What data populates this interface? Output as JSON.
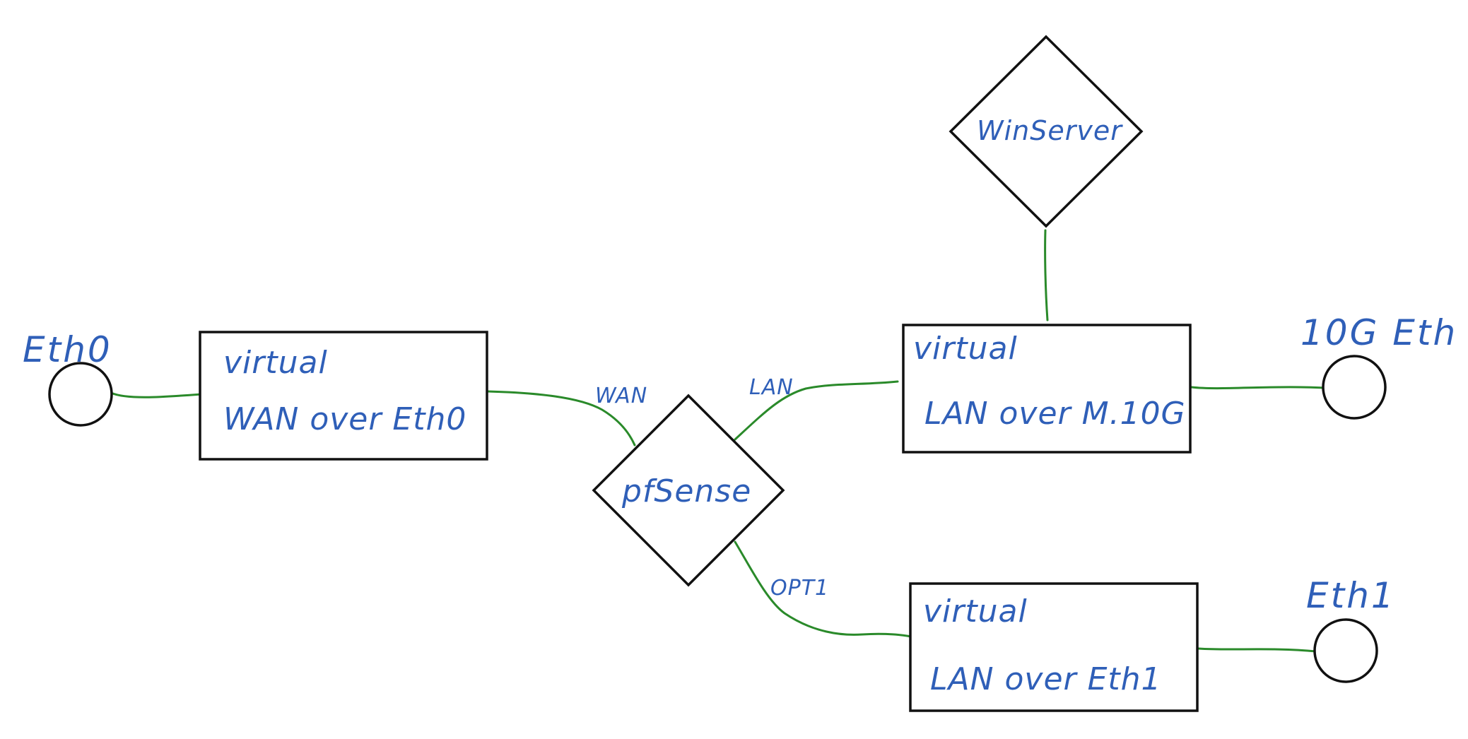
{
  "colors": {
    "ink": "#2f5fb8",
    "wire": "#2a8a2a",
    "outline": "#111111",
    "background": "#ffffff"
  },
  "nodes": {
    "eth0_label": "Eth0",
    "eth10g_label": "10G Eth",
    "eth1_label": "Eth1",
    "wan_box_line1": "virtual",
    "wan_box_line2": "WAN over Eth0",
    "lan_box_line1": "virtual",
    "lan_box_line2": "LAN over M.10G",
    "opt_box_line1": "virtual",
    "opt_box_line2": "LAN over Eth1",
    "pfsense_label": "pfSense",
    "winserver_label": "WinServer"
  },
  "links": {
    "wan_label": "WAN",
    "lan_label": "LAN",
    "opt1_label": "OPT1"
  }
}
